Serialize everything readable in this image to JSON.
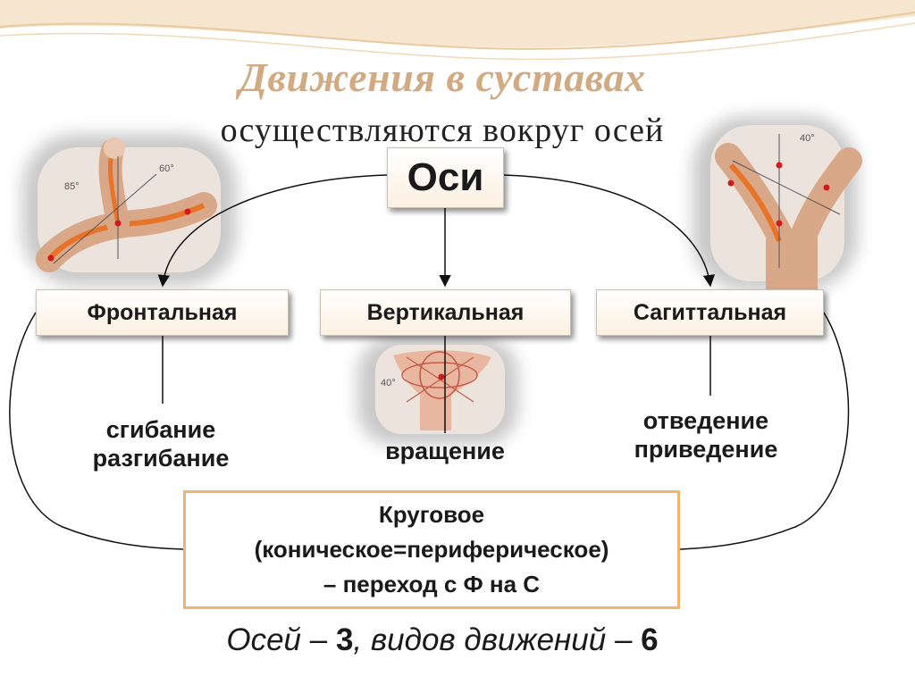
{
  "title": "Движения в суставах",
  "subtitle": "осуществляются вокруг осей",
  "root": {
    "label": "Оси"
  },
  "axes": [
    {
      "label": "Фронтальная",
      "movements": [
        "сгибание",
        "разгибание"
      ]
    },
    {
      "label": "Вертикальная",
      "movements": [
        "вращение"
      ]
    },
    {
      "label": "Сагиттальная",
      "movements": [
        "отведение",
        "приведение"
      ]
    }
  ],
  "circular": {
    "lines": [
      "Круговое",
      "(коническое=периферическое)",
      "– переход с Ф на С"
    ]
  },
  "summary": {
    "part1": "Осей –",
    "axes_count": "3",
    "part2": ", видов движений –",
    "movement_count": "6"
  },
  "figure_labels": {
    "left": [
      "85°",
      "60°"
    ],
    "middle": [
      "40°"
    ],
    "right": [
      "40°"
    ]
  },
  "colors": {
    "title": "#d2aa82",
    "circular_border": "#f2b36a",
    "highlight": "#e8742a",
    "axis_dot": "#d11a1a"
  }
}
